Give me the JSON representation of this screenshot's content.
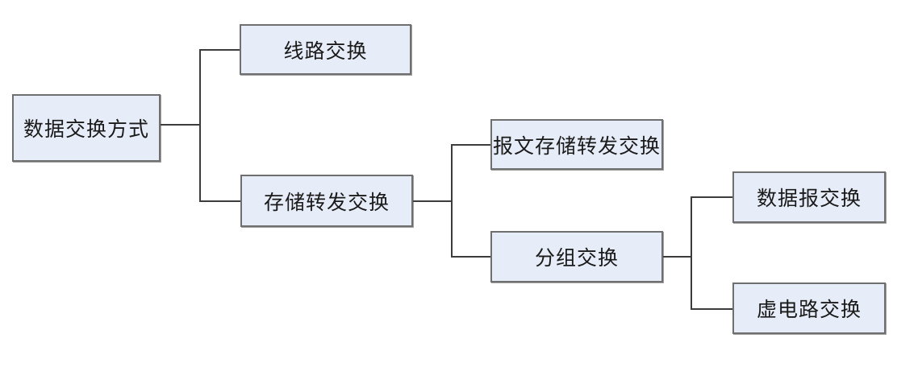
{
  "diagram": {
    "nodes": [
      {
        "id": "root",
        "label": "数据交换方式"
      },
      {
        "id": "circuit",
        "label": "线路交换"
      },
      {
        "id": "store-forward",
        "label": "存储转发交换"
      },
      {
        "id": "message",
        "label": "报文存储转发交换"
      },
      {
        "id": "packet",
        "label": "分组交换"
      },
      {
        "id": "datagram",
        "label": "数据报交换"
      },
      {
        "id": "virtual-circuit",
        "label": "虚电路交换"
      }
    ],
    "edges": [
      {
        "from": "root",
        "to": "circuit"
      },
      {
        "from": "root",
        "to": "store-forward"
      },
      {
        "from": "store-forward",
        "to": "message"
      },
      {
        "from": "store-forward",
        "to": "packet"
      },
      {
        "from": "packet",
        "to": "datagram"
      },
      {
        "from": "packet",
        "to": "virtual-circuit"
      }
    ]
  },
  "theme": {
    "node_fill": "#e7edf8",
    "node_border": "#6f6f6f",
    "connector": "#3c3c3c",
    "background": "#ffffff",
    "text": "#1a1a1a"
  }
}
